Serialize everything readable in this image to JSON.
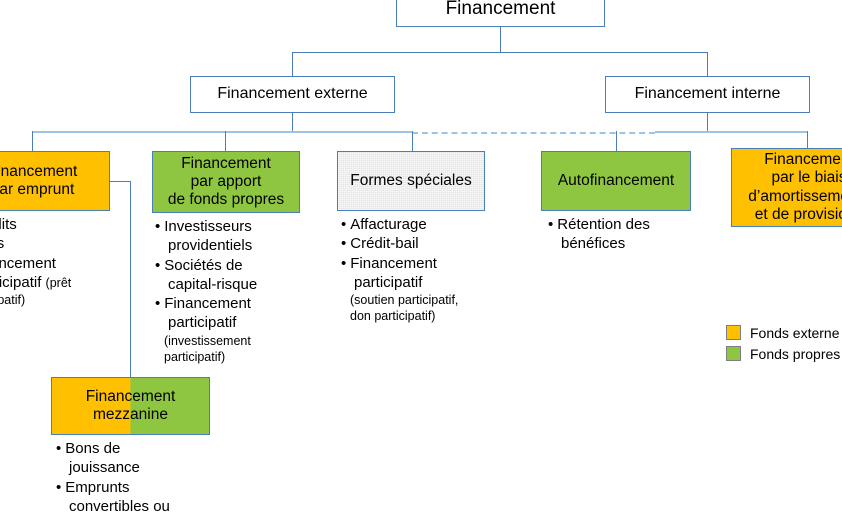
{
  "diagram": {
    "title": "Financement",
    "nodes": {
      "root": {
        "label": "Financement"
      },
      "external": {
        "label": "Financement externe"
      },
      "internal": {
        "label": "Financement interne"
      },
      "loan": {
        "label": "Financement\npar emprunt"
      },
      "equity": {
        "label": "Financement\npar apport\nde fonds propres"
      },
      "special": {
        "label": "Formes spéciales"
      },
      "selffinancing": {
        "label": "Autofinancement"
      },
      "amortization": {
        "label": "Financement\npar le biais\nd’amortissements\net de provisions"
      },
      "mezzanine": {
        "label": "Financement\nmezzanine"
      }
    },
    "lists": {
      "loan": [
        {
          "bullet": "•",
          "text": "Crédits"
        },
        {
          "bullet": "•",
          "text": "Prêts"
        },
        {
          "bullet": "•",
          "text": "Financement"
        },
        {
          "bullet": "",
          "text": "participatif",
          "note": "(prêt"
        },
        {
          "bullet": "",
          "text": "",
          "note": "participatif)"
        }
      ],
      "equity": [
        {
          "bullet": "•",
          "text": "Investisseurs"
        },
        {
          "bullet": "",
          "text": "providentiels"
        },
        {
          "bullet": "•",
          "text": "Sociétés de"
        },
        {
          "bullet": "",
          "text": "capital-risque"
        },
        {
          "bullet": "•",
          "text": "Financement"
        },
        {
          "bullet": "",
          "text": "participatif"
        },
        {
          "bullet": "",
          "text": "",
          "note": "(investissement"
        },
        {
          "bullet": "",
          "text": "",
          "note": "participatif)"
        }
      ],
      "special": [
        {
          "bullet": "•",
          "text": "Affacturage"
        },
        {
          "bullet": "•",
          "text": "Crédit-bail"
        },
        {
          "bullet": "•",
          "text": "Financement"
        },
        {
          "bullet": "",
          "text": "participatif"
        },
        {
          "bullet": "",
          "text": "",
          "note": "(soutien participatif,"
        },
        {
          "bullet": "",
          "text": "",
          "note": "don participatif)"
        }
      ],
      "selffinancing": [
        {
          "bullet": "•",
          "text": "Rétention des"
        },
        {
          "bullet": "",
          "text": "bénéfices"
        }
      ],
      "mezzanine": [
        {
          "bullet": "•",
          "text": "Bons de"
        },
        {
          "bullet": "",
          "text": "jouissance"
        },
        {
          "bullet": "•",
          "text": "Emprunts"
        },
        {
          "bullet": "",
          "text": "convertibles ou"
        }
      ]
    },
    "legend": {
      "items": [
        {
          "label": "Fonds externe",
          "color": "#ffc000"
        },
        {
          "label": "Fonds propres",
          "color": "#8fc641"
        }
      ]
    },
    "colors": {
      "external_funds": "#ffc000",
      "own_funds": "#8fc641",
      "special_forms": "#e3e3e3",
      "border": "#4a7ebb",
      "connector": "#9dc3e6"
    }
  }
}
